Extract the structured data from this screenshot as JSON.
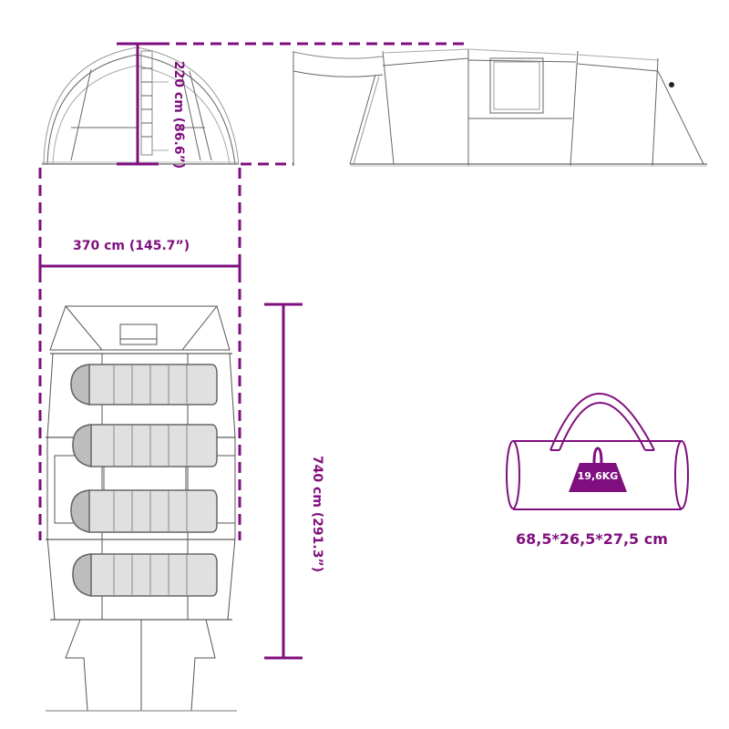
{
  "diagram": {
    "title": "Tunnel tent dimensions",
    "accent_color": "#7f0f7e",
    "line_color": "#555555",
    "views": {
      "front_view": {
        "name": "front-view-arch"
      },
      "side_view": {
        "name": "side-view-tunnel"
      },
      "top_view": {
        "name": "top-view-floorplan",
        "sleeping_bags": 4
      }
    },
    "dimensions": {
      "height": "220 cm (86.6”)",
      "width": "370 cm (145.7”)",
      "length": "740 cm (291.3”)"
    },
    "package": {
      "weight": "19,6KG",
      "size": "68,5*26,5*27,5 cm"
    }
  }
}
